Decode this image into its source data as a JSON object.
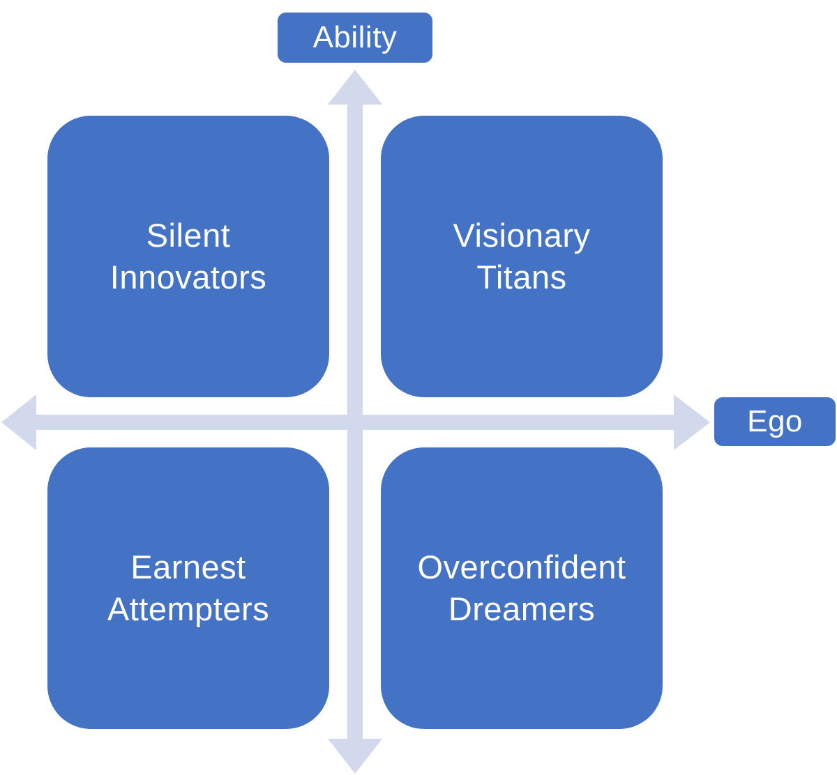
{
  "axes": {
    "vertical_label": "Ability",
    "horizontal_label": "Ego",
    "arrow_color": "#D3D9EC"
  },
  "quadrants": {
    "top_left": {
      "line1": "Silent",
      "line2": "Innovators"
    },
    "top_right": {
      "line1": "Visionary",
      "line2": "Titans"
    },
    "bottom_left": {
      "line1": "Earnest",
      "line2": "Attempters"
    },
    "bottom_right": {
      "line1": "Overconfident",
      "line2": "Dreamers"
    }
  },
  "colors": {
    "box_fill": "#4472C4",
    "text": "#FFFFFF"
  }
}
